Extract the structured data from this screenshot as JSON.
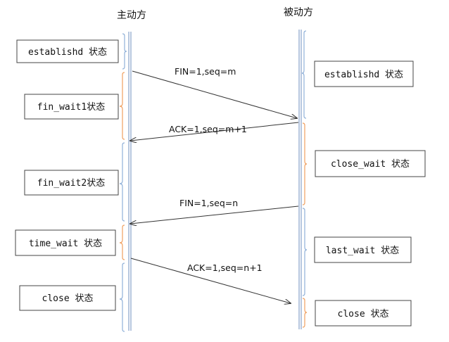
{
  "headers": {
    "active": "主动方",
    "passive": "被动方"
  },
  "active_states": {
    "established": "establishd 状态",
    "fin_wait1": "fin_wait1状态",
    "fin_wait2": "fin_wait2状态",
    "time_wait": "time_wait 状态",
    "close": "close 状态"
  },
  "passive_states": {
    "established": "establishd 状态",
    "close_wait": "close_wait 状态",
    "last_wait": "last_wait 状态",
    "close": "close 状态"
  },
  "messages": {
    "fin1": "FIN=1,seq=m",
    "ack1": "ACK=1,seq=m+1",
    "fin2": "FIN=1,seq=n",
    "ack2": "ACK=1,seq=n+1"
  },
  "colors": {
    "lifeline": "#6f8fbf",
    "brace_blue": "#8fb0d8",
    "brace_orange": "#f0a060",
    "box_border": "#444444"
  }
}
